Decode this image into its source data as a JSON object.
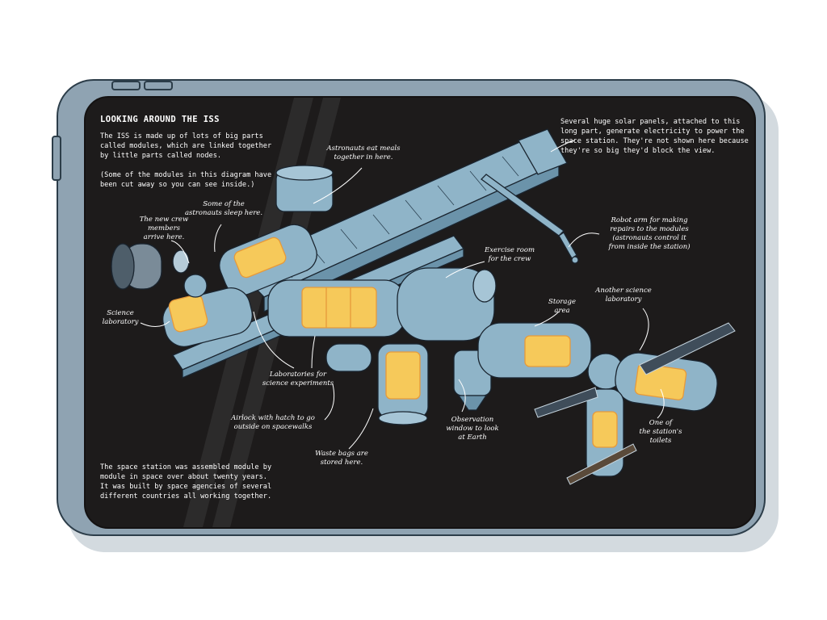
{
  "diagram": {
    "title": "LOOKING AROUND THE ISS",
    "intro": "The ISS is made up of lots of big parts\ncalled modules, which are linked together\nby little parts called nodes.",
    "cutaway_note": "(Some of the modules in this diagram have\nbeen cut away so you can see inside.)",
    "solar_note": "Several huge solar panels, attached to this\nlong part, generate electricity to power the\nspace station. They're not shown here because\nthey're so big they'd block the view.",
    "assembly_note": "The space station was assembled module by\nmodule in space over about twenty years.\nIt was built by space agencies of several\ndifferent countries all working together.",
    "labels": {
      "new_crew": "The new crew\nmembers\narrive here.",
      "sleep": "Some of the\nastronauts sleep here.",
      "meals": "Astronauts eat meals\ntogether in here.",
      "robot_arm": "Robot arm for making\nrepairs to the modules\n(astronauts control it\nfrom inside the station)",
      "exercise": "Exercise room\nfor the crew",
      "science_lab": "Science\nlaboratory",
      "storage": "Storage\narea",
      "another_lab": "Another science\nlaboratory",
      "labs_experiments": "Laboratories for\nscience experiments",
      "airlock": "Airlock with hatch to go\noutside on spacewalks",
      "observation": "Observation\nwindow to look\nat Earth",
      "waste": "Waste bags are\nstored here.",
      "toilets": "One of\nthe station's\ntoilets"
    }
  },
  "colors": {
    "screen": "#1d1b1b",
    "tablet_frame": "#8fa3b2",
    "module": "#8fb4c8",
    "module_dark": "#6b93aa",
    "interior": "#f6c95a",
    "interior_edge": "#e79a3a",
    "solar_panel": "#3f4d5a"
  }
}
